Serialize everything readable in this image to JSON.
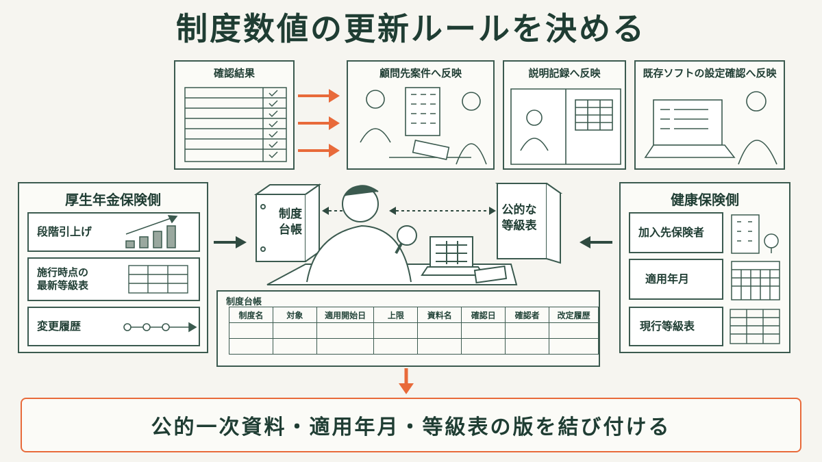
{
  "title": "制度数値の更新ルールを決める",
  "top_panels": {
    "result": "確認結果",
    "client": "顧問先案件へ反映",
    "record": "説明記録へ反映",
    "software": "既存ソフトの設定確認へ反映"
  },
  "left_panel": {
    "title": "厚生年金保険側",
    "items": [
      "段階引上げ",
      "施行時点の\n最新等級表",
      "変更履歴"
    ]
  },
  "right_panel": {
    "title": "健康保険側",
    "items": [
      "加入先保険者",
      "適用年月",
      "現行等級表"
    ]
  },
  "binders": {
    "left": "制度\n台帳",
    "right": "公的な\n等級表"
  },
  "ledger": {
    "title": "制度台帳",
    "columns": [
      "制度名",
      "対象",
      "適用開始日",
      "上限",
      "資料名",
      "確認日",
      "確認者",
      "改定履歴"
    ]
  },
  "bottom_text": "公的一次資料・適用年月・等級表の版を結び付ける",
  "colors": {
    "accent": "#e86a3a",
    "ink": "#3b5a4f"
  }
}
